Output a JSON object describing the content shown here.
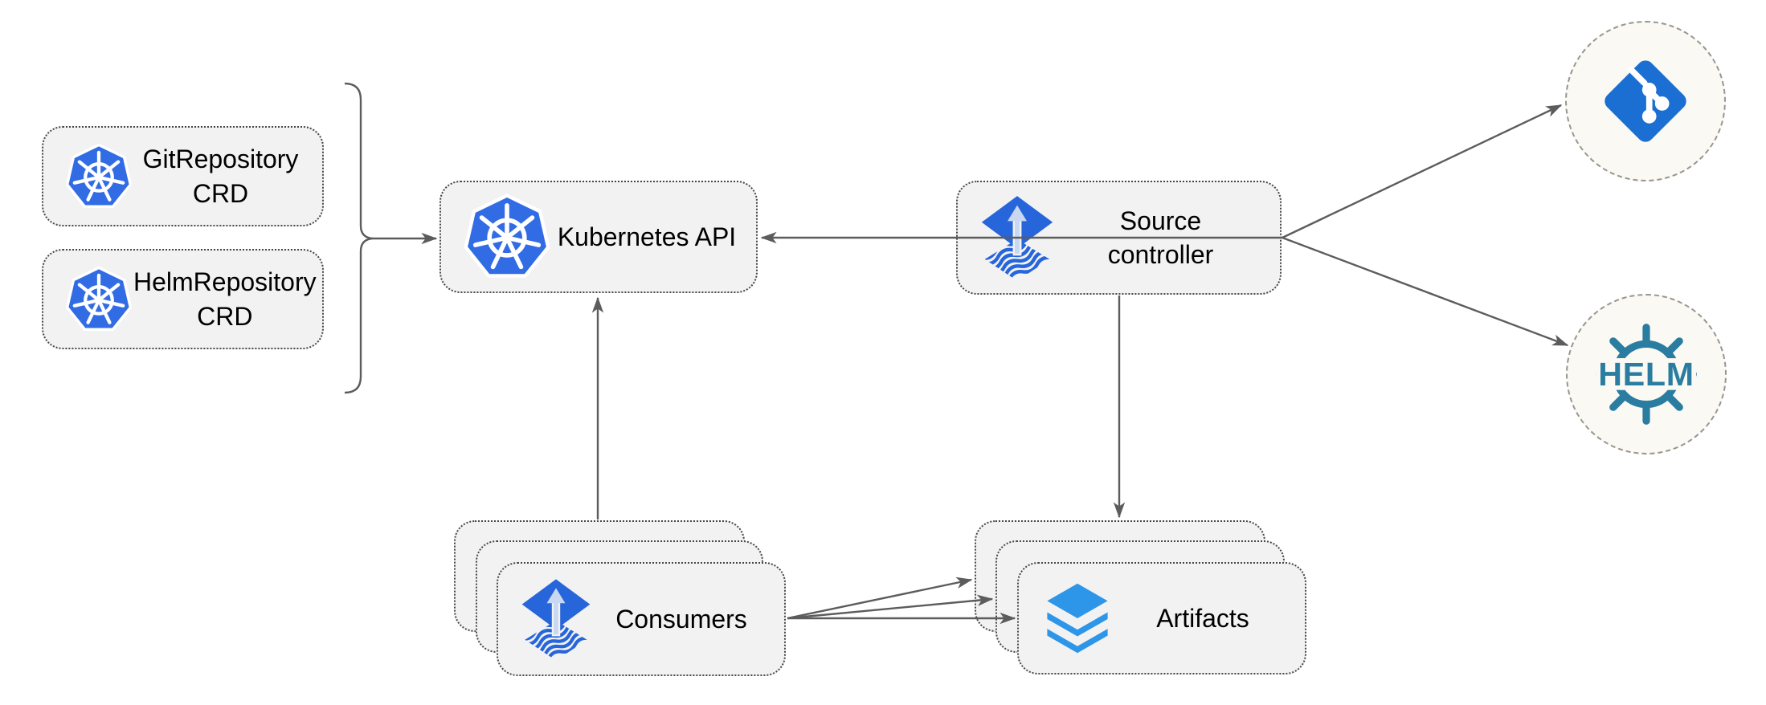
{
  "diagram": {
    "title_hint": "Flux source-controller architecture diagram",
    "nodes": {
      "gitrepo_crd": {
        "label": "GitRepository\nCRD",
        "icon": "kubernetes-icon"
      },
      "helmrepo_crd": {
        "label": "HelmRepository\nCRD",
        "icon": "kubernetes-icon"
      },
      "kubernetes_api": {
        "label": "Kubernetes API",
        "icon": "kubernetes-icon"
      },
      "source_controller": {
        "label": "Source\ncontroller",
        "icon": "flux-icon"
      },
      "consumers": {
        "label": "Consumers",
        "icon": "flux-icon",
        "stacked": 3
      },
      "artifacts": {
        "label": "Artifacts",
        "icon": "layers-icon",
        "stacked": 3
      },
      "git_repository": {
        "label": "",
        "icon": "git-icon"
      },
      "helm_repository": {
        "label": "HELM",
        "icon": "helm-icon"
      }
    },
    "edges": [
      {
        "from": "crd-group",
        "to": "kubernetes_api"
      },
      {
        "from": "source_controller",
        "to": "kubernetes_api"
      },
      {
        "from": "source_controller",
        "to": "git_repository"
      },
      {
        "from": "source_controller",
        "to": "helm_repository"
      },
      {
        "from": "source_controller",
        "to": "artifacts"
      },
      {
        "from": "consumers",
        "to": "kubernetes_api"
      },
      {
        "from": "consumers",
        "to": "artifacts",
        "count": 3
      }
    ],
    "colors": {
      "kubernetes_blue": "#326ce5",
      "flux_blue": "#2765da",
      "flux_arrow_light": "#c9d8f2",
      "git_blue": "#1b6fd3",
      "helm_teal": "#2a7da1",
      "artifact_blue": "#2e96e8",
      "node_fill": "#f2f2f2",
      "node_border": "#474747",
      "circle_fill": "#faf9f3",
      "circle_border": "#999590",
      "connector_gray": "#5c5c5c",
      "text_black": "#000000"
    }
  }
}
